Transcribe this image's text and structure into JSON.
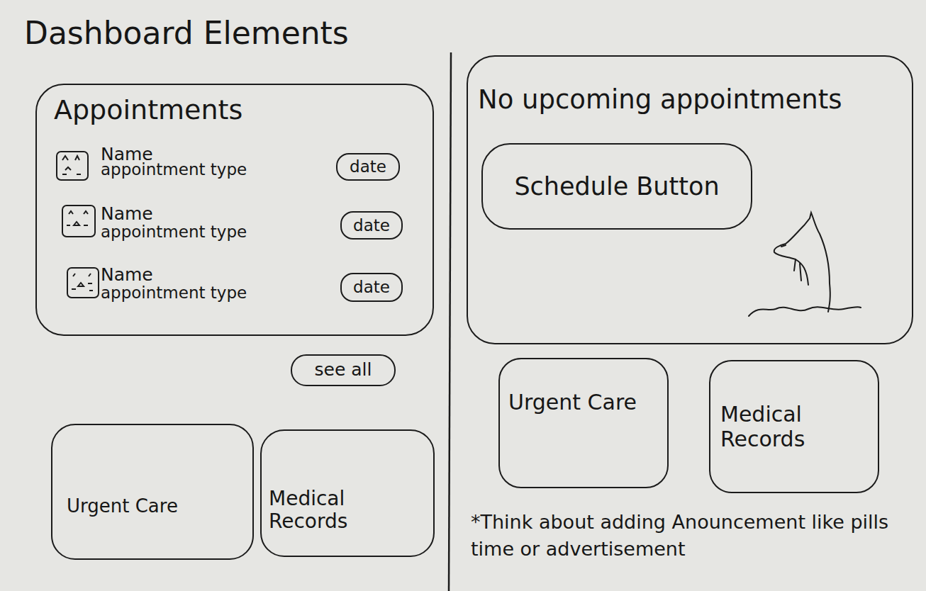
{
  "diagram": {
    "title": "Dashboard Elements",
    "nodes": [
      {
        "text": [
          "Appointments",
          "Name",
          "appointment type",
          "Name",
          "appointment type",
          "Name",
          "appointment type"
        ]
      },
      {
        "text": [
          "date"
        ],
        "in": 0
      },
      {
        "text": [
          "date"
        ],
        "in": 0
      },
      {
        "text": [
          "date"
        ],
        "in": 0
      },
      {
        "text": [
          "see all"
        ]
      },
      {
        "text": [
          "Urgent Care"
        ]
      },
      {
        "text": [
          "Medical Records"
        ]
      },
      {
        "text": [
          "No upcoming appointments"
        ]
      },
      {
        "text": [
          "Schedule Button"
        ],
        "in": 7
      },
      {
        "text": [
          "Urgent Care"
        ]
      },
      {
        "text": [
          "Medical Records"
        ]
      }
    ],
    "labels": [
      "*Think about adding Anouncement like pills time or advertisement"
    ]
  }
}
